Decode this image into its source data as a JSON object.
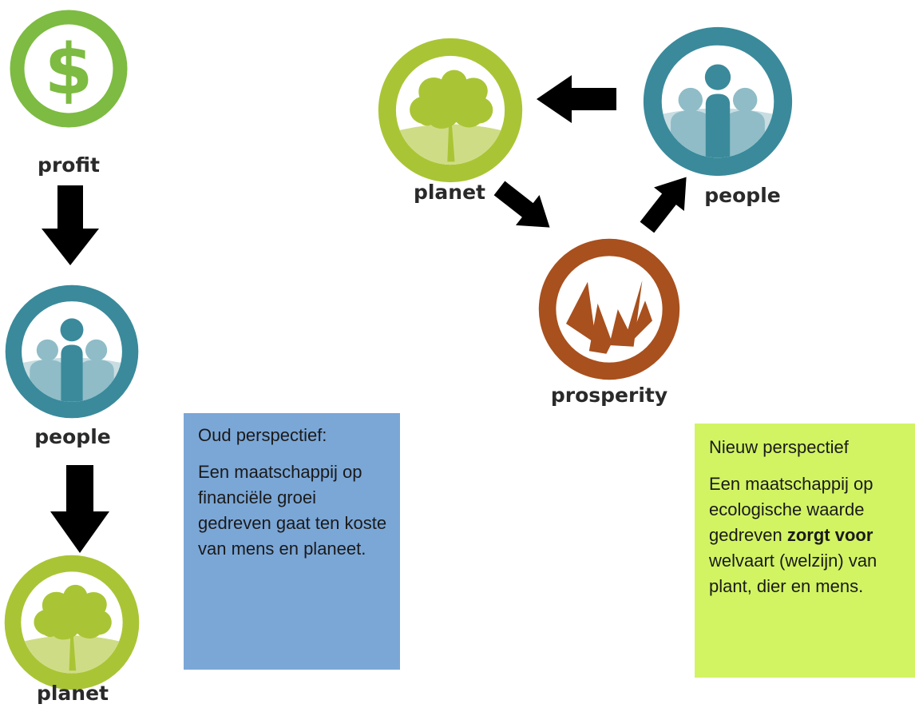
{
  "old_diagram": {
    "profit_label": "profit",
    "people_label": "people",
    "planet_label": "planet"
  },
  "new_diagram": {
    "planet_label": "planet",
    "people_label": "people",
    "prosperity_label": "prosperity"
  },
  "old_box": {
    "title": "Oud perspectief:",
    "body": "Een maatschappij op financiële groei gedreven gaat ten koste van mens en planeet.",
    "color": "#7ba7d7"
  },
  "new_box": {
    "title": "Nieuw perspectief",
    "body_before": "Een maatschappij op ecologische waarde gedreven ",
    "body_bold": "zorgt voor",
    "body_after": " welvaart (welzijn) van plant, dier en mens.",
    "color": "#d2f463"
  },
  "colors": {
    "profit_green": "#7dbb42",
    "planet_lime": "#a9c535",
    "people_teal": "#3a8a9b",
    "prosperity_brown": "#a8501e",
    "arrow": "#000000"
  },
  "icons": {
    "profit": "dollar-icon",
    "people": "people-icon",
    "planet": "tree-icon",
    "prosperity": "grass-flame-icon"
  }
}
